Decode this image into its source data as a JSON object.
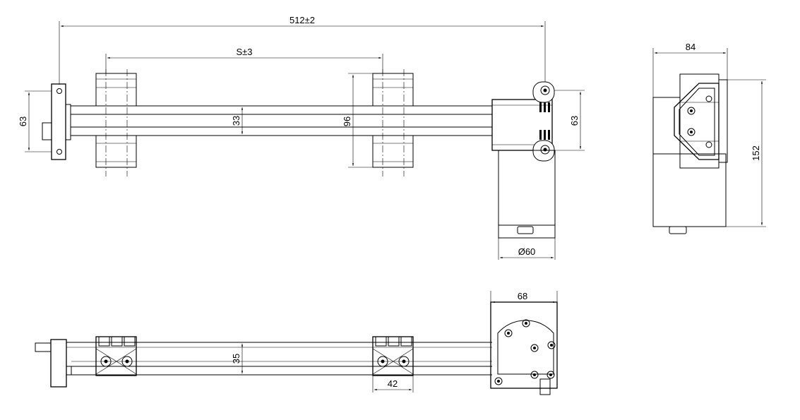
{
  "drawing": {
    "dimensions": {
      "overall_length": "512±2",
      "stroke": "S±3",
      "flange_height": "63",
      "rail_height": "33",
      "carriage_height": "96",
      "motor_end_height": "63",
      "motor_diameter": "Ø60",
      "side_width": "84",
      "side_height": "152",
      "bottom_rail_height": "35",
      "carriage_width": "42",
      "gearbox_width": "68"
    }
  }
}
